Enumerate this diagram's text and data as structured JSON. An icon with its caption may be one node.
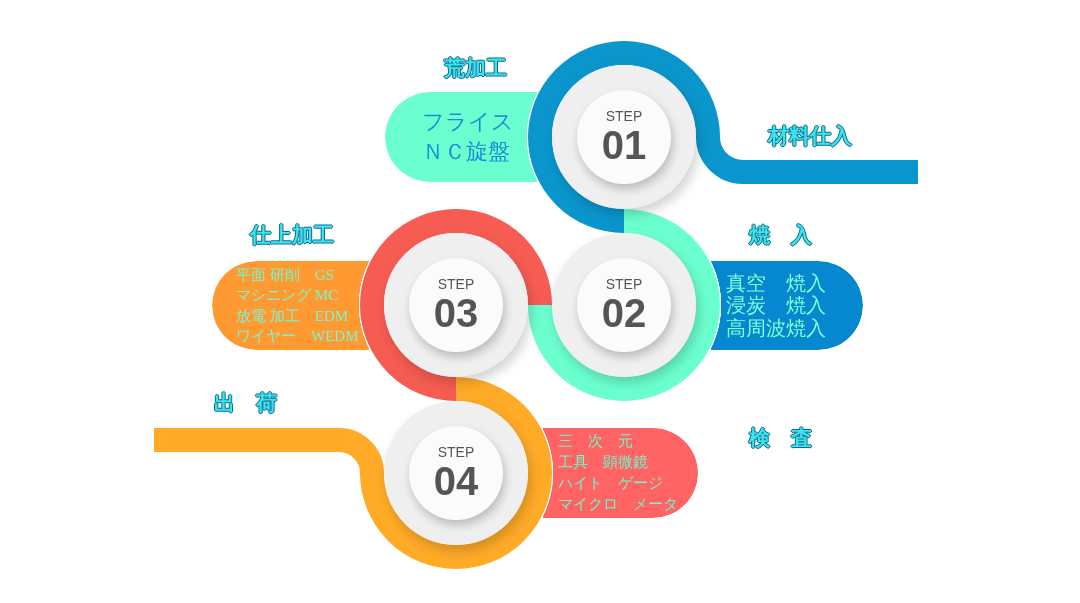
{
  "diagram": {
    "nodes": [
      {
        "text": [
          "STEP",
          "01"
        ]
      },
      {
        "text": [
          "フライス",
          "ＮＣ旋盤"
        ],
        "beside": [
          "荒加工"
        ]
      },
      {
        "text": [
          "STEP",
          "02"
        ]
      },
      {
        "text": [
          "真空　焼入",
          "浸炭　焼入",
          "高周波焼入"
        ],
        "beside": [
          "焼　入"
        ]
      },
      {
        "text": [
          "STEP",
          "03"
        ]
      },
      {
        "text": [
          "平面 研削　GS",
          "マシニング MC",
          "放電 加工　EDM",
          "ワイヤー　WEDM"
        ],
        "beside": [
          "仕上加工"
        ]
      },
      {
        "text": [
          "STEP",
          "04"
        ]
      },
      {
        "text": [
          "三　次　元",
          "工具　顕微鏡",
          "ハイト　ゲージ",
          "マイクロ　メータ"
        ],
        "beside": [
          "検　査"
        ]
      }
    ],
    "edges": [
      {
        "from": null,
        "to": 0,
        "arrow": "none",
        "label": "材料仕入",
        "color": "#0a96cd"
      },
      {
        "from": 0,
        "to": 2,
        "arrow": "none",
        "color": "#6bffd0"
      },
      {
        "from": 2,
        "to": 4,
        "arrow": "none",
        "color": "#f65c52"
      },
      {
        "from": 4,
        "to": 6,
        "arrow": "none",
        "color": "#ffab27"
      },
      {
        "from": 6,
        "to": null,
        "arrow": "none",
        "label": "出　荷",
        "color": "#ffab27"
      }
    ]
  }
}
